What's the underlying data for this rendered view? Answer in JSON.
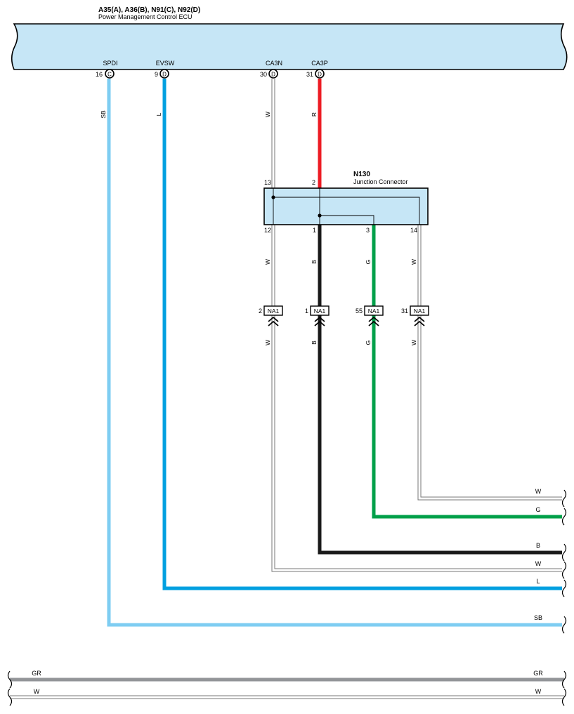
{
  "ecu": {
    "title": "A35(A), A36(B), N91(C), N92(D)",
    "subtitle": "Power Management Control ECU"
  },
  "ecu_pins": [
    {
      "signal": "SPDI",
      "pin": "16",
      "connector": "C",
      "wire_color": "SB"
    },
    {
      "signal": "EVSW",
      "pin": "9",
      "connector": "D",
      "wire_color": "L"
    },
    {
      "signal": "CA3N",
      "pin": "30",
      "connector": "D",
      "wire_color": "W"
    },
    {
      "signal": "CA3P",
      "pin": "31",
      "connector": "D",
      "wire_color": "R"
    }
  ],
  "junction": {
    "title": "N130",
    "subtitle": "Junction Connector",
    "top_pins": [
      "13",
      "2"
    ],
    "bottom_pins": [
      "12",
      "1",
      "3",
      "14"
    ]
  },
  "na1": [
    {
      "pin": "2",
      "label": "NA1",
      "wire_color": "W"
    },
    {
      "pin": "1",
      "label": "NA1",
      "wire_color": "B"
    },
    {
      "pin": "55",
      "label": "NA1",
      "wire_color": "G"
    },
    {
      "pin": "31",
      "label": "NA1",
      "wire_color": "W"
    }
  ],
  "right_wire_labels": [
    "W",
    "G",
    "B",
    "W",
    "L",
    "SB"
  ],
  "bottom_wires": [
    {
      "left": "GR",
      "right": "GR"
    },
    {
      "left": "W",
      "right": "W"
    }
  ],
  "colors": {
    "ecu_fill": "#c6e6f6",
    "SB": "#7ecdf2",
    "L": "#00a0e0",
    "R": "#ed1c24",
    "B": "#1a1a1a",
    "G": "#00a04a",
    "GR": "#939598",
    "W_outline": "#777777"
  }
}
